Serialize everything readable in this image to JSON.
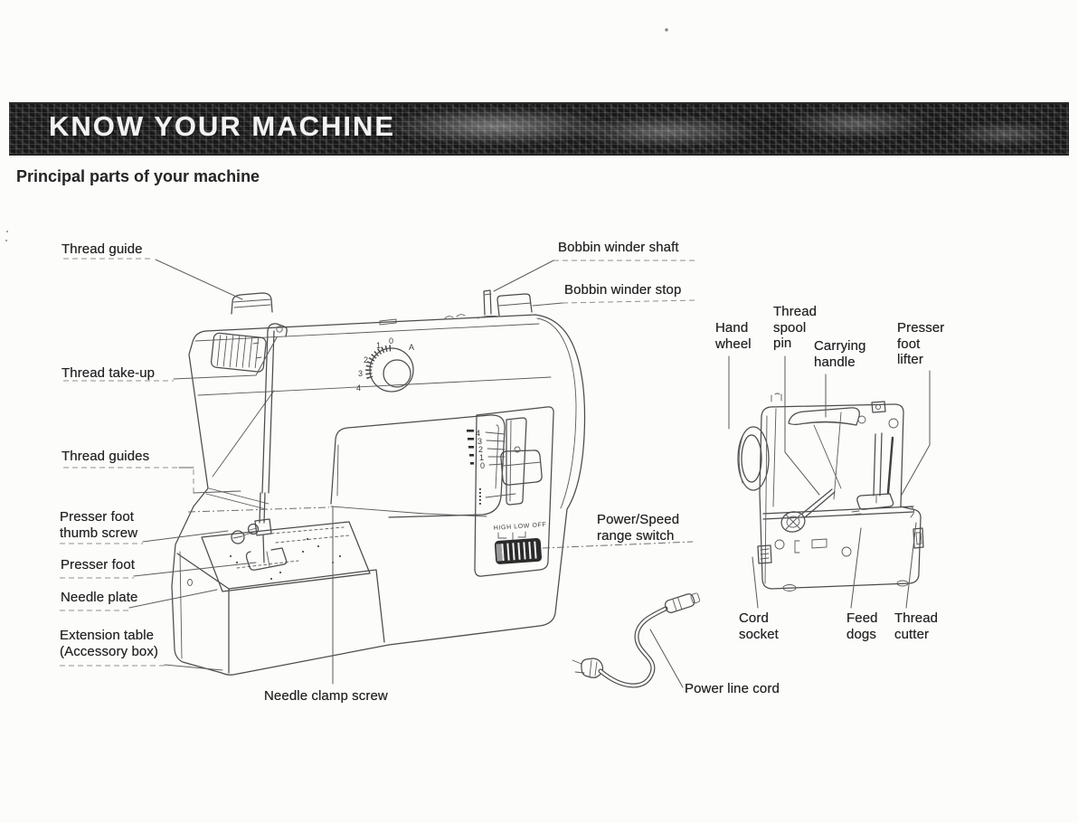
{
  "banner": {
    "title": "KNOW YOUR MACHINE"
  },
  "page": {
    "subtitle": "Principal parts of your machine"
  },
  "front_view": {
    "labels": {
      "thread_guide": "Thread guide",
      "thread_take_up": "Thread take-up",
      "thread_guides": "Thread guides",
      "presser_foot_thumb_screw": "Presser foot thumb screw",
      "presser_foot": "Presser foot",
      "needle_plate": "Needle plate",
      "extension_table": "Extension table (Accessory box)",
      "needle_clamp_screw": "Needle clamp screw",
      "bobbin_winder_shaft": "Bobbin winder shaft",
      "bobbin_winder_stop": "Bobbin winder stop",
      "power_speed_range_switch": "Power/Speed range switch"
    },
    "pattern_dial": {
      "numbers": [
        "1",
        "0",
        "2",
        "3",
        "4",
        "A"
      ]
    },
    "stitch_length_slider": {
      "numbers": [
        "4",
        "3",
        "2",
        "1",
        "0"
      ]
    },
    "power_switch": {
      "positions": "HIGH LOW OFF"
    }
  },
  "rear_view": {
    "labels": {
      "hand_wheel": "Hand wheel",
      "thread_spool_pin": "Thread spool pin",
      "carrying_handle": "Carrying handle",
      "presser_foot_lifter": "Presser foot lifter",
      "cord_socket": "Cord socket",
      "feed_dogs": "Feed dogs",
      "thread_cutter": "Thread cutter",
      "power_line_cord": "Power line cord"
    }
  },
  "colors": {
    "ink": "#4c4c4c",
    "text": "#242424",
    "banner_bg": "#181818"
  }
}
